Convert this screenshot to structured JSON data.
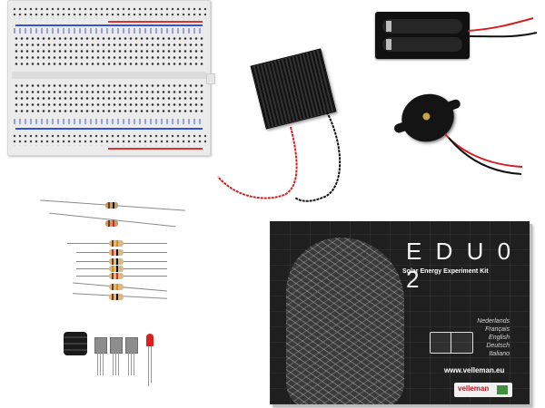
{
  "box": {
    "model": "E D U 0 2",
    "subtitle": "Solar Energy Experiment Kit",
    "languages": [
      "Nederlands",
      "Français",
      "English",
      "Deutsch",
      "Italiano"
    ],
    "url": "www.velleman.eu",
    "brand": "velleman"
  },
  "colors": {
    "rail_red": "#dd3333",
    "rail_blue": "#3355cc",
    "led": "#e01e1e",
    "box_background": "#1f1f1f",
    "wire_red": "#d22020",
    "wire_black": "#111111"
  }
}
